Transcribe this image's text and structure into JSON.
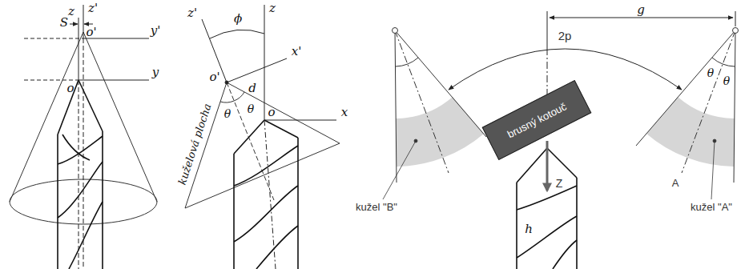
{
  "diagram": {
    "nodes": [
      {
        "text": [
          "brusný kotouč"
        ]
      }
    ],
    "labels": [
      "z'",
      "z",
      "S",
      "o'",
      "y'",
      "y",
      "o",
      "z'",
      "ϕ",
      "z",
      "o'",
      "x'",
      "d",
      "θ",
      "θ",
      "o",
      "x",
      "kuželová plocha",
      "g",
      "2p",
      "θ",
      "θ",
      "kužel \"B\"",
      "Z",
      "kužel \"A\"",
      "A",
      "h"
    ]
  }
}
